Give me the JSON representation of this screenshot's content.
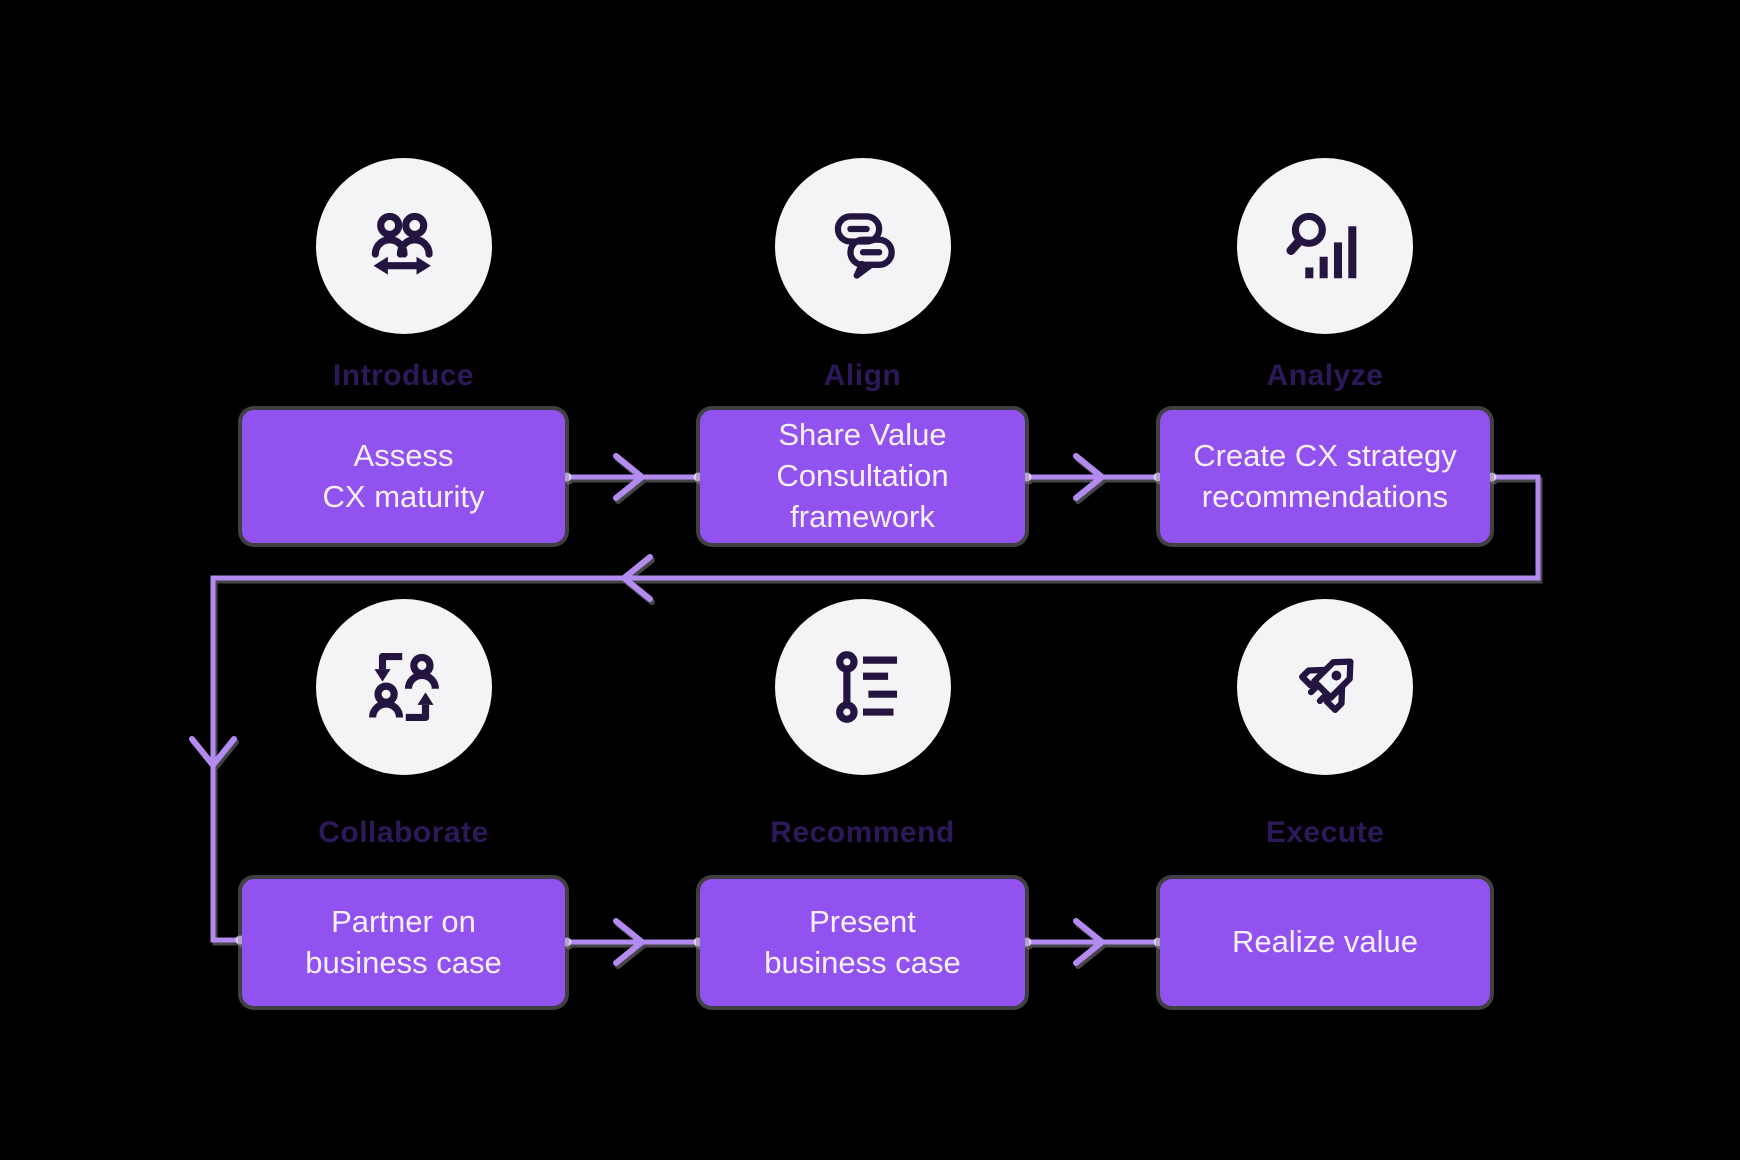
{
  "diagram": {
    "type": "process-flow",
    "direction": "left-to-right with feedback loop from stage 3 to stage 4",
    "colors": {
      "canvas_bg": "#000000",
      "circle_fill": "#f4f3f5",
      "icon_ink": "#241440",
      "label_ink": "#2d195a",
      "box_fill": "#9152f0",
      "box_text": "#f7f0ff",
      "connector": "#b28af0",
      "connector_dot": "#e1ccff"
    },
    "stages": [
      {
        "label": "Introduce",
        "icon": "people-exchange-icon",
        "box": "Assess\nCX maturity"
      },
      {
        "label": "Align",
        "icon": "chat-bubbles-icon",
        "box": "Share Value\nConsultation\nframework"
      },
      {
        "label": "Analyze",
        "icon": "search-chart-icon",
        "box": "Create CX strategy\nrecommendations"
      },
      {
        "label": "Collaborate",
        "icon": "people-cycle-icon",
        "box": "Partner on\nbusiness case"
      },
      {
        "label": "Recommend",
        "icon": "timeline-list-icon",
        "box": "Present\nbusiness case"
      },
      {
        "label": "Execute",
        "icon": "rocket-icon",
        "box": "Realize value"
      }
    ]
  }
}
